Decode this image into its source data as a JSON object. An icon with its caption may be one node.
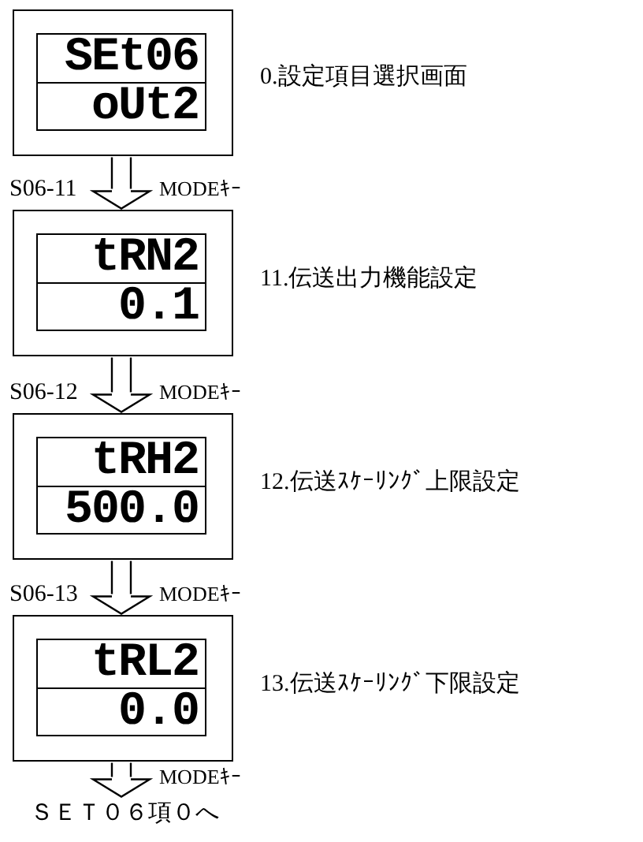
{
  "diagram": {
    "nodes": [
      {
        "text": [
          "SEt06",
          "oUt2"
        ],
        "beside": [
          "0.設定項目選択画面"
        ]
      },
      {
        "text": [
          "tRN2",
          "0.1"
        ],
        "beside": [
          "11.伝送出力機能設定"
        ]
      },
      {
        "text": [
          "tRH2",
          "500.0"
        ],
        "beside": [
          "12.伝送ｽｹｰﾘﾝｸﾞ上限設定"
        ]
      },
      {
        "text": [
          "tRL2",
          "0.0"
        ],
        "beside": [
          "13.伝送ｽｹｰﾘﾝｸﾞ下限設定"
        ]
      },
      {
        "text": [
          "ＳＥＴ０６項０へ"
        ]
      }
    ],
    "edges": [
      {
        "from": 0,
        "to": 1,
        "arrow": "to",
        "label": "MODEｷｰ"
      },
      {
        "from": 1,
        "to": 2,
        "arrow": "to",
        "label": "MODEｷｰ"
      },
      {
        "from": 2,
        "to": 3,
        "arrow": "to",
        "label": "MODEｷｰ"
      },
      {
        "from": 3,
        "to": 4,
        "arrow": "to",
        "label": "MODEｷｰ"
      }
    ],
    "labels": [
      "S06-11",
      "S06-12",
      "S06-13"
    ]
  }
}
